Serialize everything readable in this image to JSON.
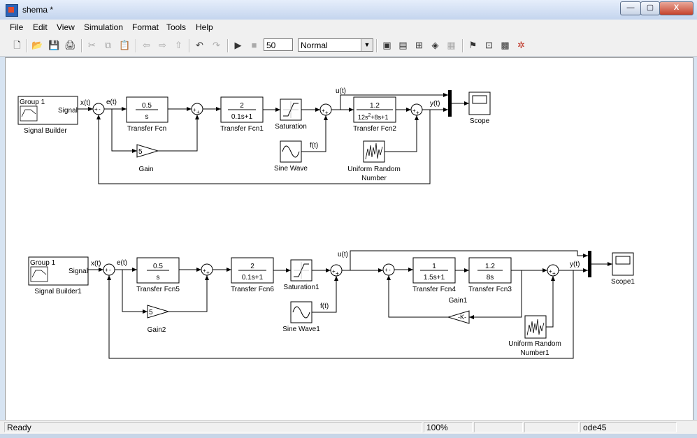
{
  "window": {
    "title": "shema *",
    "buttons": {
      "minimize": "—",
      "maximize": "▢",
      "close": "X"
    }
  },
  "menus": [
    "File",
    "Edit",
    "View",
    "Simulation",
    "Format",
    "Tools",
    "Help"
  ],
  "toolbar": {
    "icons": [
      "new-model-icon",
      "open-icon",
      "save-icon",
      "print-icon",
      "cut-icon",
      "copy-icon",
      "paste-icon",
      "back-icon",
      "forward-icon",
      "up-icon",
      "undo-icon",
      "redo-icon",
      "run-icon",
      "stop-icon",
      "build-icon",
      "update-diagram-icon",
      "library-browser-icon",
      "model-explorer-icon",
      "debugger-icon"
    ],
    "stop_time": "50",
    "sim_mode": "Normal"
  },
  "diagram1": {
    "signal_builder": {
      "group": "Group 1",
      "port": "Signal",
      "name": "Signal Builder"
    },
    "signals": {
      "x": "x(t)",
      "e": "e(t)",
      "u": "u(t)",
      "y": "y(t)",
      "f": "f(t)"
    },
    "tf_fcn": {
      "num": "0.5",
      "den": "s",
      "name": "Transfer Fcn"
    },
    "gain": {
      "value": "5",
      "name": "Gain"
    },
    "tf_fcn1": {
      "num": "2",
      "den": "0.1s+1",
      "name": "Transfer Fcn1"
    },
    "saturation": {
      "name": "Saturation"
    },
    "sine": {
      "name": "Sine Wave"
    },
    "tf_fcn2": {
      "num": "1.2",
      "den_a": "12s",
      "den_exp": "2",
      "den_b": "+8s+1",
      "name": "Transfer Fcn2"
    },
    "random": {
      "name_line1": "Uniform Random",
      "name_line2": "Number"
    },
    "scope": {
      "name": "Scope"
    }
  },
  "diagram2": {
    "signal_builder": {
      "group": "Group 1",
      "port": "Signal",
      "name": "Signal Builder1"
    },
    "signals": {
      "x": "x(t)",
      "e": "e(t)",
      "u": "u(t)",
      "y": "y(t)",
      "f": "f(t)"
    },
    "tf_fcn5": {
      "num": "0.5",
      "den": "s",
      "name": "Transfer Fcn5"
    },
    "gain2": {
      "value": "5",
      "name": "Gain2"
    },
    "tf_fcn6": {
      "num": "2",
      "den": "0.1s+1",
      "name": "Transfer Fcn6"
    },
    "saturation": {
      "name": "Saturation1"
    },
    "sine": {
      "name": "Sine Wave1"
    },
    "tf_fcn4": {
      "num": "1",
      "den": "1.5s+1",
      "name": "Transfer Fcn4"
    },
    "tf_fcn3": {
      "num": "1.2",
      "den": "8s",
      "name": "Transfer Fcn3"
    },
    "gain1": {
      "value": "-K-",
      "name": "Gain1"
    },
    "random": {
      "name_line1": "Uniform Random",
      "name_line2": "Number1"
    },
    "scope": {
      "name": "Scope1"
    }
  },
  "status": {
    "ready": "Ready",
    "zoom": "100%",
    "solver": "ode45"
  }
}
